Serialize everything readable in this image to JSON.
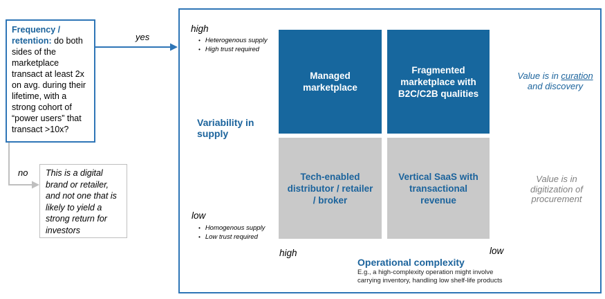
{
  "colors": {
    "accent": "#2e75b6",
    "quad_blue": "#17679e",
    "quad_gray": "#c9c9c9",
    "text_blue": "#1b639c",
    "axis_navy": "#1f3864",
    "gray_line": "#bfbfbf",
    "gray_bracket": "#a6a6a6"
  },
  "flowchart": {
    "question": {
      "lead": "Frequency / retention:",
      "body": " do both sides of the marketplace transact at least 2x on avg. during their lifetime, with a strong cohort of “power users” that transact >10x?"
    },
    "yes_label": "yes",
    "no_label": "no",
    "no_outcome": "This is a digital brand or retailer, and not one that is likely to yield a strong return for investors"
  },
  "matrix": {
    "y_axis": {
      "title": "Variability in supply",
      "high": {
        "label": "high",
        "bullets": [
          "Heterogenous supply",
          "High trust required"
        ]
      },
      "low": {
        "label": "low",
        "bullets": [
          "Homogenous supply",
          "Low trust required"
        ]
      }
    },
    "x_axis": {
      "title": "Operational complexity",
      "note_line1": "E.g., a high-complexity operation might involve",
      "note_line2": "carrying inventory, handling low shelf-life products",
      "left_label": "high",
      "right_label": "low"
    },
    "quadrants": {
      "top_left": "Managed marketplace",
      "top_right": "Fragmented marketplace with B2C/C2B qualities",
      "bottom_left": "Tech-enabled distributor / retailer / broker",
      "bottom_right": "Vertical SaaS with transactional revenue"
    },
    "annotations": {
      "top_line1_pre": "Value is in ",
      "top_line1_underlined": "curation",
      "top_line2": "and discovery",
      "bottom": "Value is in digitization of procurement"
    }
  }
}
